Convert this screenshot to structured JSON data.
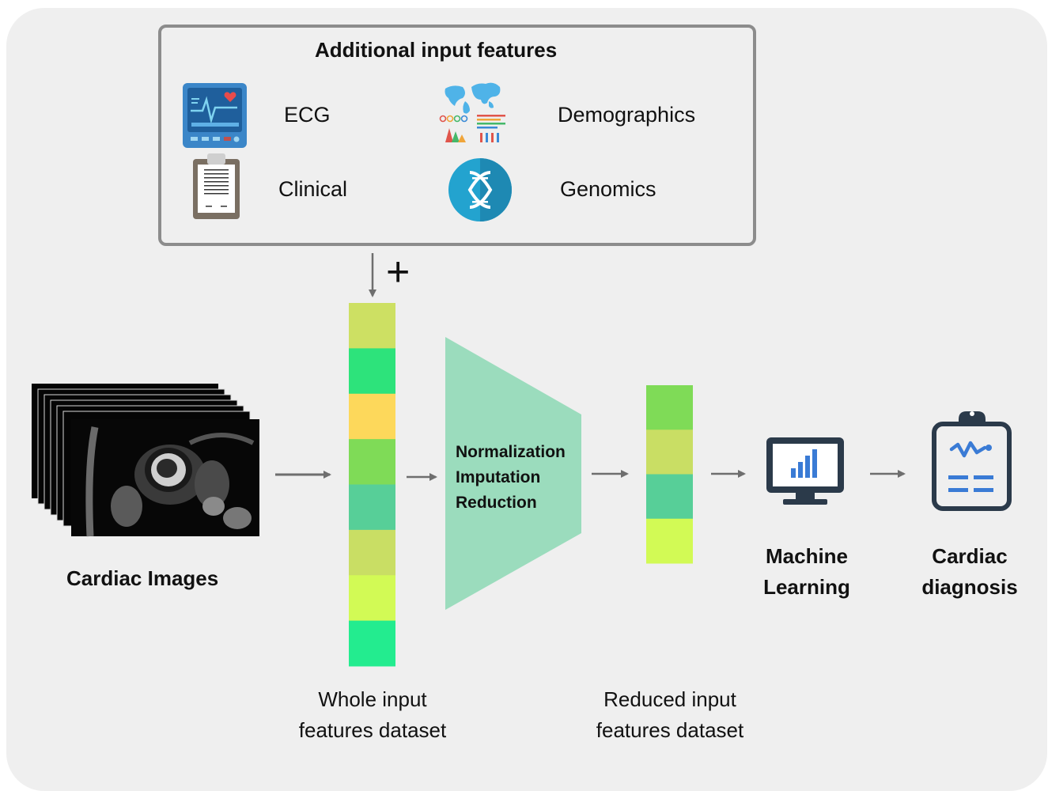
{
  "features_box": {
    "title": "Additional input features",
    "items": [
      {
        "label": "ECG",
        "icon": "ecg-monitor-icon"
      },
      {
        "label": "Demographics",
        "icon": "world-map-demographics-icon"
      },
      {
        "label": "Clinical",
        "icon": "clipboard-icon"
      },
      {
        "label": "Genomics",
        "icon": "dna-icon"
      }
    ]
  },
  "plus_sign": "+",
  "cardiac_images": {
    "label": "Cardiac Images"
  },
  "whole_dataset": {
    "line1": "Whole input",
    "line2": "features dataset",
    "cell_colors": [
      "#cde063",
      "#2de37b",
      "#fdd85b",
      "#7fdb57",
      "#57cf98",
      "#c9de64",
      "#d2fa55",
      "#23ec8f"
    ]
  },
  "processing": {
    "steps": [
      "Normalization",
      "Imputation",
      "Reduction"
    ],
    "color": "#9bdcbd"
  },
  "reduced_dataset": {
    "line1": "Reduced input",
    "line2": "features dataset",
    "cell_colors": [
      "#7fdb57",
      "#c9de64",
      "#57cf98",
      "#d2fa55"
    ]
  },
  "machine_learning": {
    "line1": "Machine",
    "line2": "Learning",
    "icon": "monitor-bar-chart-icon"
  },
  "diagnosis": {
    "line1": "Cardiac",
    "line2": "diagnosis",
    "icon": "clipboard-heartbeat-icon"
  },
  "colors": {
    "panel": "#efefef",
    "arrow": "#6e6e6e",
    "box_border": "#8c8c8c",
    "icon_dark": "#2b3a4a",
    "icon_blue": "#3a7bd5"
  }
}
